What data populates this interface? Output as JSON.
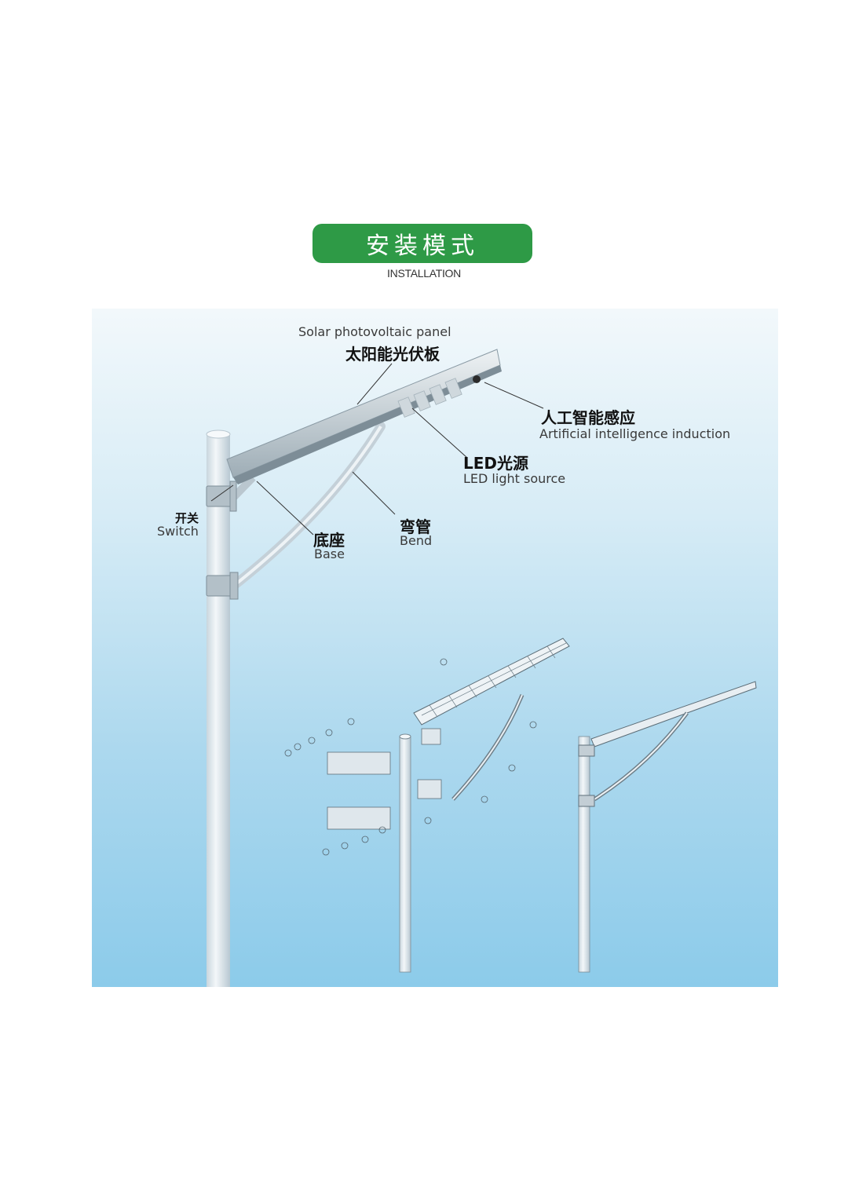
{
  "header": {
    "title": "安装模式",
    "subtitle": "INSTALLATION"
  },
  "labels": {
    "solar_panel_en": "Solar photovoltaic panel",
    "solar_panel_zh": "太阳能光伏板",
    "ai_zh": "人工智能感应",
    "ai_en": "Artificial intelligence induction",
    "led_zh": "LED光源",
    "led_en": "LED light source",
    "switch_zh": "开关",
    "switch_en": "Switch",
    "base_zh": "底座",
    "base_en": "Base",
    "bend_zh": "弯管",
    "bend_en": "Bend"
  },
  "colors": {
    "banner_green": "#2e9a46",
    "pole": "#e6edf2",
    "leader_line": "#333333"
  }
}
